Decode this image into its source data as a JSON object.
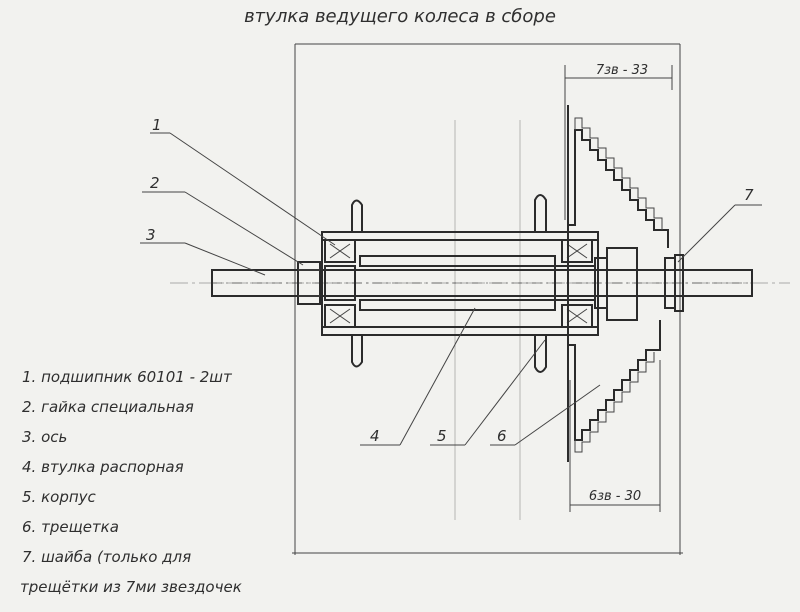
{
  "title": "втулка ведущего колеса в сборе",
  "dimensions": {
    "top": "7зв - 33",
    "bottom": "6зв - 30"
  },
  "callouts": [
    "1",
    "2",
    "3",
    "4",
    "5",
    "6",
    "7"
  ],
  "legend": [
    "1.  подшипник  60101 - 2шт",
    "2.  гайка специальная",
    "3.  ось",
    "4.  втулка распорная",
    "5.  корпус",
    "6.  трещетка",
    "7.  шайба  (только для"
  ],
  "legend_continuation": "трещётки из 7ми звездочек"
}
